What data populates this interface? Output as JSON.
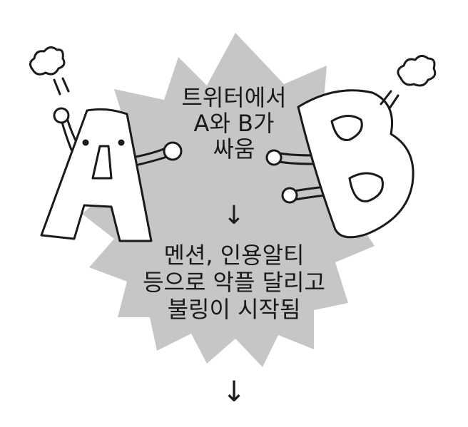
{
  "comic": {
    "top_text": [
      "트위터에서",
      "A와 B가",
      "싸움"
    ],
    "arrow_mid": "↓",
    "bottom_text": [
      "멘션, 인용알티",
      "등으로 악플 달리고",
      "불링이 시작됨"
    ],
    "arrow_bottom": "↓"
  },
  "characters": {
    "left_letter": "A",
    "right_letter": "B"
  },
  "colors": {
    "background": "#ffffff",
    "burst": "#c6c6c6",
    "ink": "#1a1a1a"
  }
}
